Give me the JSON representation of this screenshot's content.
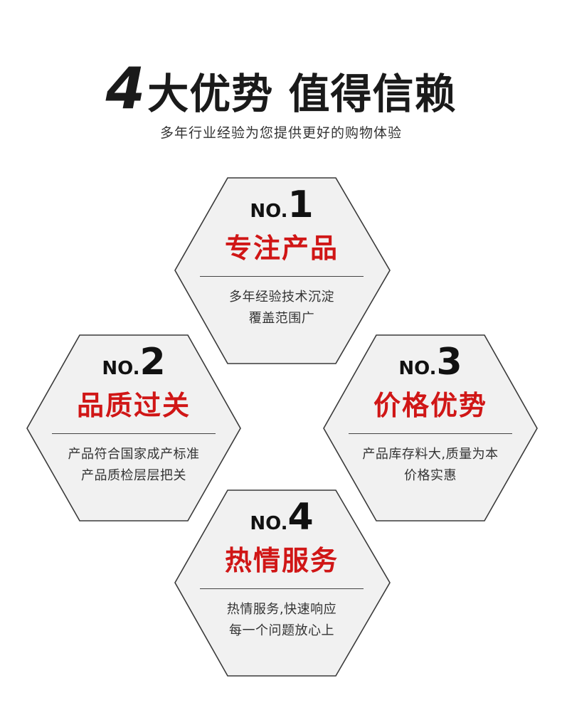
{
  "header": {
    "title_number": "4",
    "title_text": "大优势 值得信赖",
    "subtitle": "多年行业经验为您提供更好的购物体验"
  },
  "advantages": [
    {
      "prefix": "NO.",
      "number": "1",
      "name": "专注产品",
      "desc_line1": "多年经验技术沉淀",
      "desc_line2": "覆盖范围广"
    },
    {
      "prefix": "NO.",
      "number": "2",
      "name": "品质过关",
      "desc_line1": "产品符合国家成产标准",
      "desc_line2": "产品质检层层把关"
    },
    {
      "prefix": "NO.",
      "number": "3",
      "name": "价格优势",
      "desc_line1": "产品库存料大,质量为本",
      "desc_line2": "价格实惠"
    },
    {
      "prefix": "NO.",
      "number": "4",
      "name": "热情服务",
      "desc_line1": "热情服务,快速响应",
      "desc_line2": "每一个问题放心上"
    }
  ],
  "colors": {
    "accent": "#d01616",
    "hex_fill": "#f1f1f1",
    "hex_stroke": "#3a3a3a",
    "text": "#1a1a1a"
  }
}
